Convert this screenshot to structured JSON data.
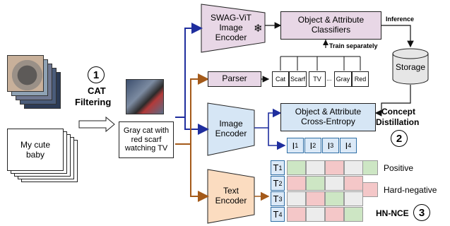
{
  "stage1": {
    "number": "1",
    "label_line1": "CAT",
    "label_line2": "Filtering"
  },
  "input_caption": "My cute baby",
  "filtered_caption": "Gray cat with red scarf watching TV",
  "swag_encoder": "SWAG-ViT Image Encoder",
  "freeze_icon": "snowflake-icon",
  "classifiers": "Object & Attribute Classifiers",
  "inference": "Inference",
  "train_separately": "Train separately",
  "storage": "Storage",
  "parser": "Parser",
  "parsed_tokens": [
    "Cat",
    "Scarf",
    "TV",
    "...",
    "Gray",
    "Red"
  ],
  "image_encoder": "Image Encoder",
  "cross_entropy": "Object & Attribute Cross-Entropy",
  "concept_distillation": {
    "line1": "Concept",
    "line2": "Distillation",
    "number": "2"
  },
  "image_embeddings": [
    {
      "base": "I",
      "sub": "1"
    },
    {
      "base": "I",
      "sub": "2"
    },
    {
      "base": "I",
      "sub": "3"
    },
    {
      "base": "I",
      "sub": "4"
    }
  ],
  "text_encoder": "Text Encoder",
  "text_embeddings": [
    {
      "base": "T",
      "sub": "1"
    },
    {
      "base": "T",
      "sub": "2"
    },
    {
      "base": "T",
      "sub": "3"
    },
    {
      "base": "T",
      "sub": "4"
    }
  ],
  "matrix": [
    [
      "positive",
      "none",
      "hard-negative",
      "none"
    ],
    [
      "hard-negative",
      "positive",
      "none",
      "hard-negative"
    ],
    [
      "none",
      "hard-negative",
      "positive",
      "none"
    ],
    [
      "hard-negative",
      "none",
      "hard-negative",
      "positive"
    ]
  ],
  "legend": {
    "positive": "Positive",
    "hard_negative": "Hard-negative"
  },
  "hn_nce": {
    "label": "HN-NCE",
    "number": "3"
  },
  "colors": {
    "positive": "#cde6c4",
    "hard_negative": "#f4c7c8",
    "none": "#ececec",
    "encoder_purple": "#e8d7e6",
    "encoder_blue": "#d6e6f5",
    "encoder_orange": "#fbdcc0",
    "arrow_blue": "#1f2e9e",
    "arrow_brown": "#a45a1a"
  }
}
